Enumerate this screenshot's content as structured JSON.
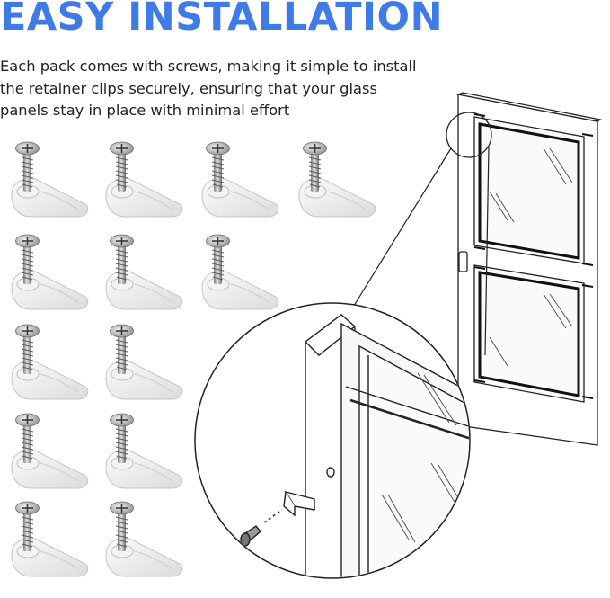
{
  "heading": "EASY INSTALLATION",
  "description": "Each pack comes with screws, making it simple to install the retainer clips securely, ensuring that your glass panels stay in place with minimal effort",
  "colors": {
    "accent": "#3f7be6",
    "text": "#222222"
  },
  "clip_rows": [
    4,
    3,
    2,
    2,
    2
  ],
  "icons": [
    "screw-icon",
    "retainer-clip-icon",
    "door-illustration",
    "magnified-detail"
  ]
}
